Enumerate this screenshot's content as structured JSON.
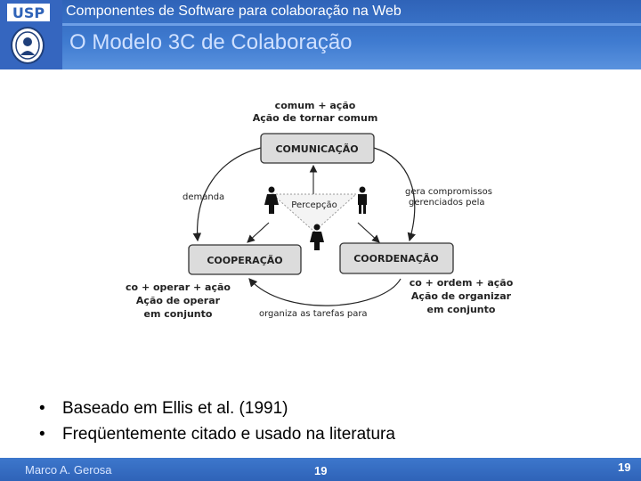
{
  "header": {
    "course_title": "Componentes de Software para colaboração na Web",
    "slide_title": "O Modelo 3C de Colaboração",
    "logo_text": "USP"
  },
  "diagram": {
    "top_caption_line1": "comum + ação",
    "top_caption_line2": "Ação de tornar comum",
    "box_communication": "COMUNICAÇÃO",
    "box_cooperation": "COOPERAÇÃO",
    "box_coordination": "COORDENAÇÃO",
    "center_label": "Percepção",
    "edge_demand": "demanda",
    "edge_commitments_line1": "gera compromissos",
    "edge_commitments_line2": "gerenciados pela",
    "edge_organizes": "organiza as tarefas para",
    "left_caption_line1": "co + operar + ação",
    "left_caption_line2": "Ação de operar",
    "left_caption_line3": "em conjunto",
    "right_caption_line1": "co + ordem + ação",
    "right_caption_line2": "Ação de organizar",
    "right_caption_line3": "em conjunto"
  },
  "bullets": [
    "Baseado em Ellis et al. (1991)",
    "Freqüentemente citado e usado na literatura"
  ],
  "footer": {
    "author": "Marco A. Gerosa",
    "page_center": "19",
    "page_right": "19"
  }
}
